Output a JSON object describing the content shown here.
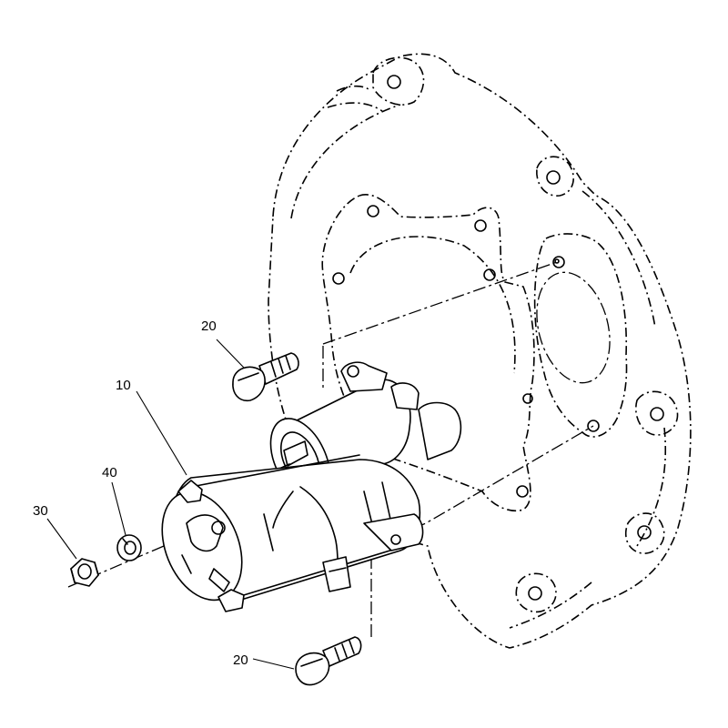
{
  "callouts": {
    "starter_motor": "10",
    "bolt_upper": "20",
    "bolt_lower": "20",
    "nut": "30",
    "lock_washer": "40"
  }
}
